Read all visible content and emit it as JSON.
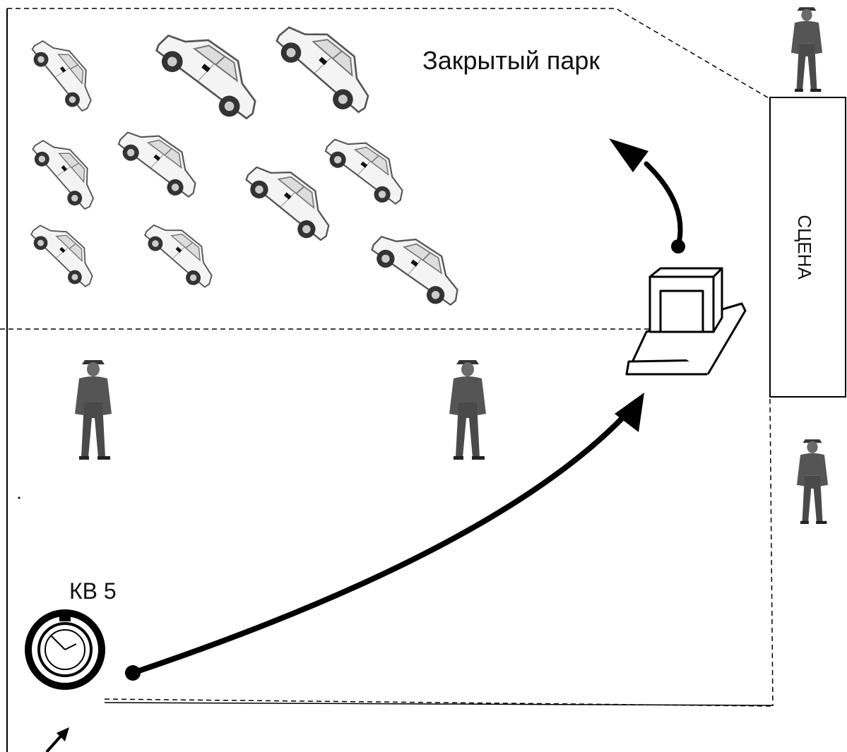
{
  "labels": {
    "closed_park": "Закрытый парк",
    "stage": "СЦЕНА",
    "checkpoint": "КВ 5"
  },
  "icons": {
    "car": "car-icon",
    "guard": "guard-icon",
    "stopwatch": "stopwatch-icon",
    "gate": "gate-icon"
  },
  "colors": {
    "line": "#000000",
    "car_body": "#f2f2f2",
    "guard_uniform": "#4a4a4a"
  }
}
